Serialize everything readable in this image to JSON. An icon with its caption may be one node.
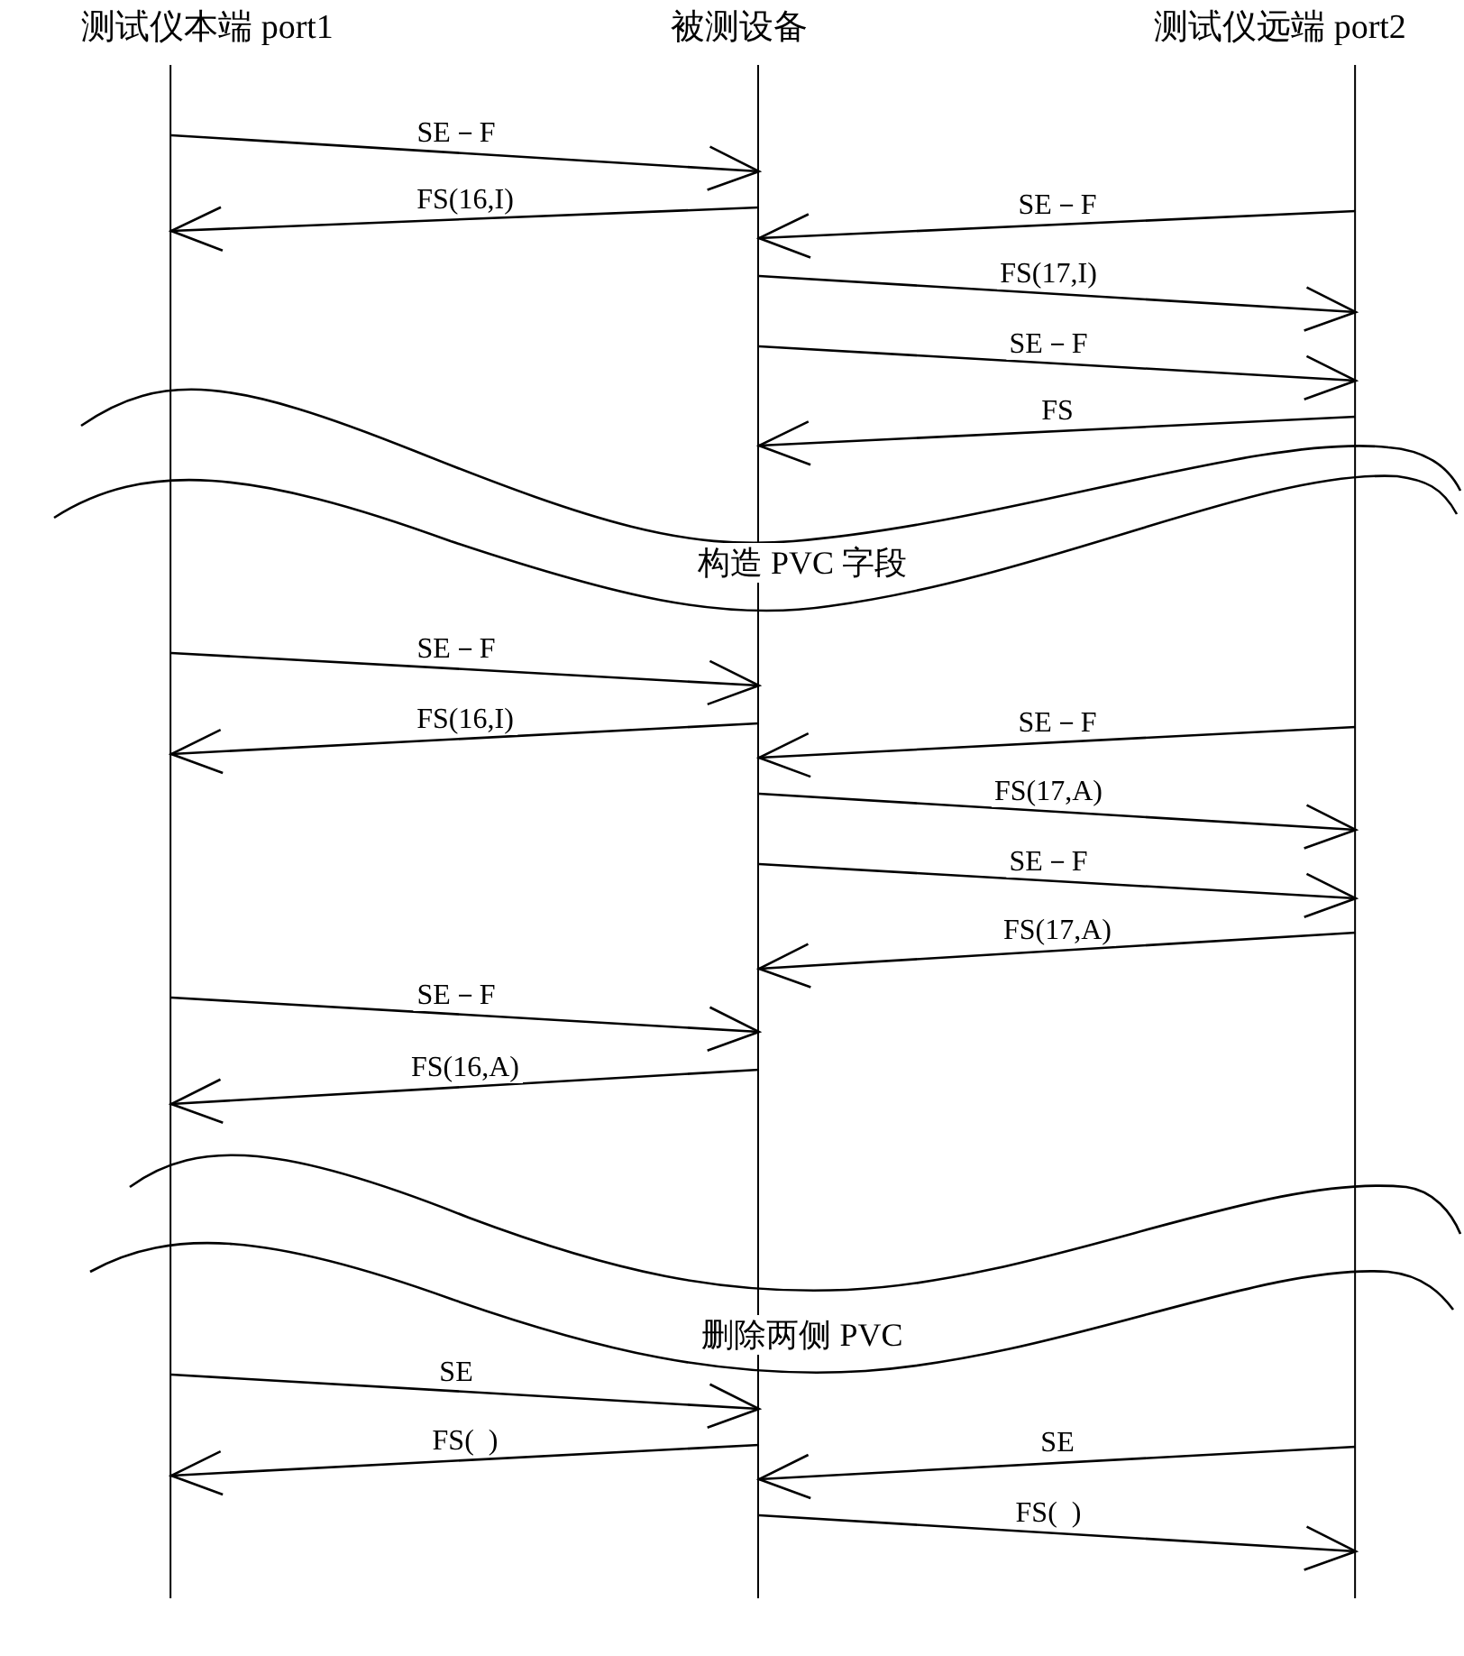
{
  "diagram": {
    "nodes": [
      {
        "text": [
          "测试仪本端 port1"
        ]
      },
      {
        "text": [
          "被测设备"
        ]
      },
      {
        "text": [
          "测试仪远端 port2"
        ]
      }
    ],
    "edges": [
      {
        "from": 0,
        "to": 1,
        "arrow": "to",
        "label": "SE－F"
      },
      {
        "from": 1,
        "to": 0,
        "arrow": "to",
        "label": "FS(16,I)"
      },
      {
        "from": 2,
        "to": 1,
        "arrow": "to",
        "label": "SE－F"
      },
      {
        "from": 1,
        "to": 2,
        "arrow": "to",
        "label": "FS(17,I)"
      },
      {
        "from": 1,
        "to": 2,
        "arrow": "to",
        "label": "SE－F"
      },
      {
        "from": 2,
        "to": 1,
        "arrow": "to",
        "label": "FS"
      },
      {
        "from": 0,
        "to": 1,
        "arrow": "to",
        "label": "SE－F"
      },
      {
        "from": 1,
        "to": 0,
        "arrow": "to",
        "label": "FS(16,I)"
      },
      {
        "from": 2,
        "to": 1,
        "arrow": "to",
        "label": "SE－F"
      },
      {
        "from": 1,
        "to": 2,
        "arrow": "to",
        "label": "FS(17,A)"
      },
      {
        "from": 1,
        "to": 2,
        "arrow": "to",
        "label": "SE－F"
      },
      {
        "from": 2,
        "to": 1,
        "arrow": "to",
        "label": "FS(17,A)"
      },
      {
        "from": 0,
        "to": 1,
        "arrow": "to",
        "label": "SE－F"
      },
      {
        "from": 1,
        "to": 0,
        "arrow": "to",
        "label": "FS(16,A)"
      },
      {
        "from": 0,
        "to": 1,
        "arrow": "to",
        "label": "SE"
      },
      {
        "from": 1,
        "to": 0,
        "arrow": "to",
        "label": "FS(  )"
      },
      {
        "from": 2,
        "to": 1,
        "arrow": "to",
        "label": "SE"
      },
      {
        "from": 1,
        "to": 2,
        "arrow": "to",
        "label": "FS(  )"
      }
    ],
    "labels": [
      "构造 PVC 字段",
      "删除两侧 PVC"
    ]
  }
}
